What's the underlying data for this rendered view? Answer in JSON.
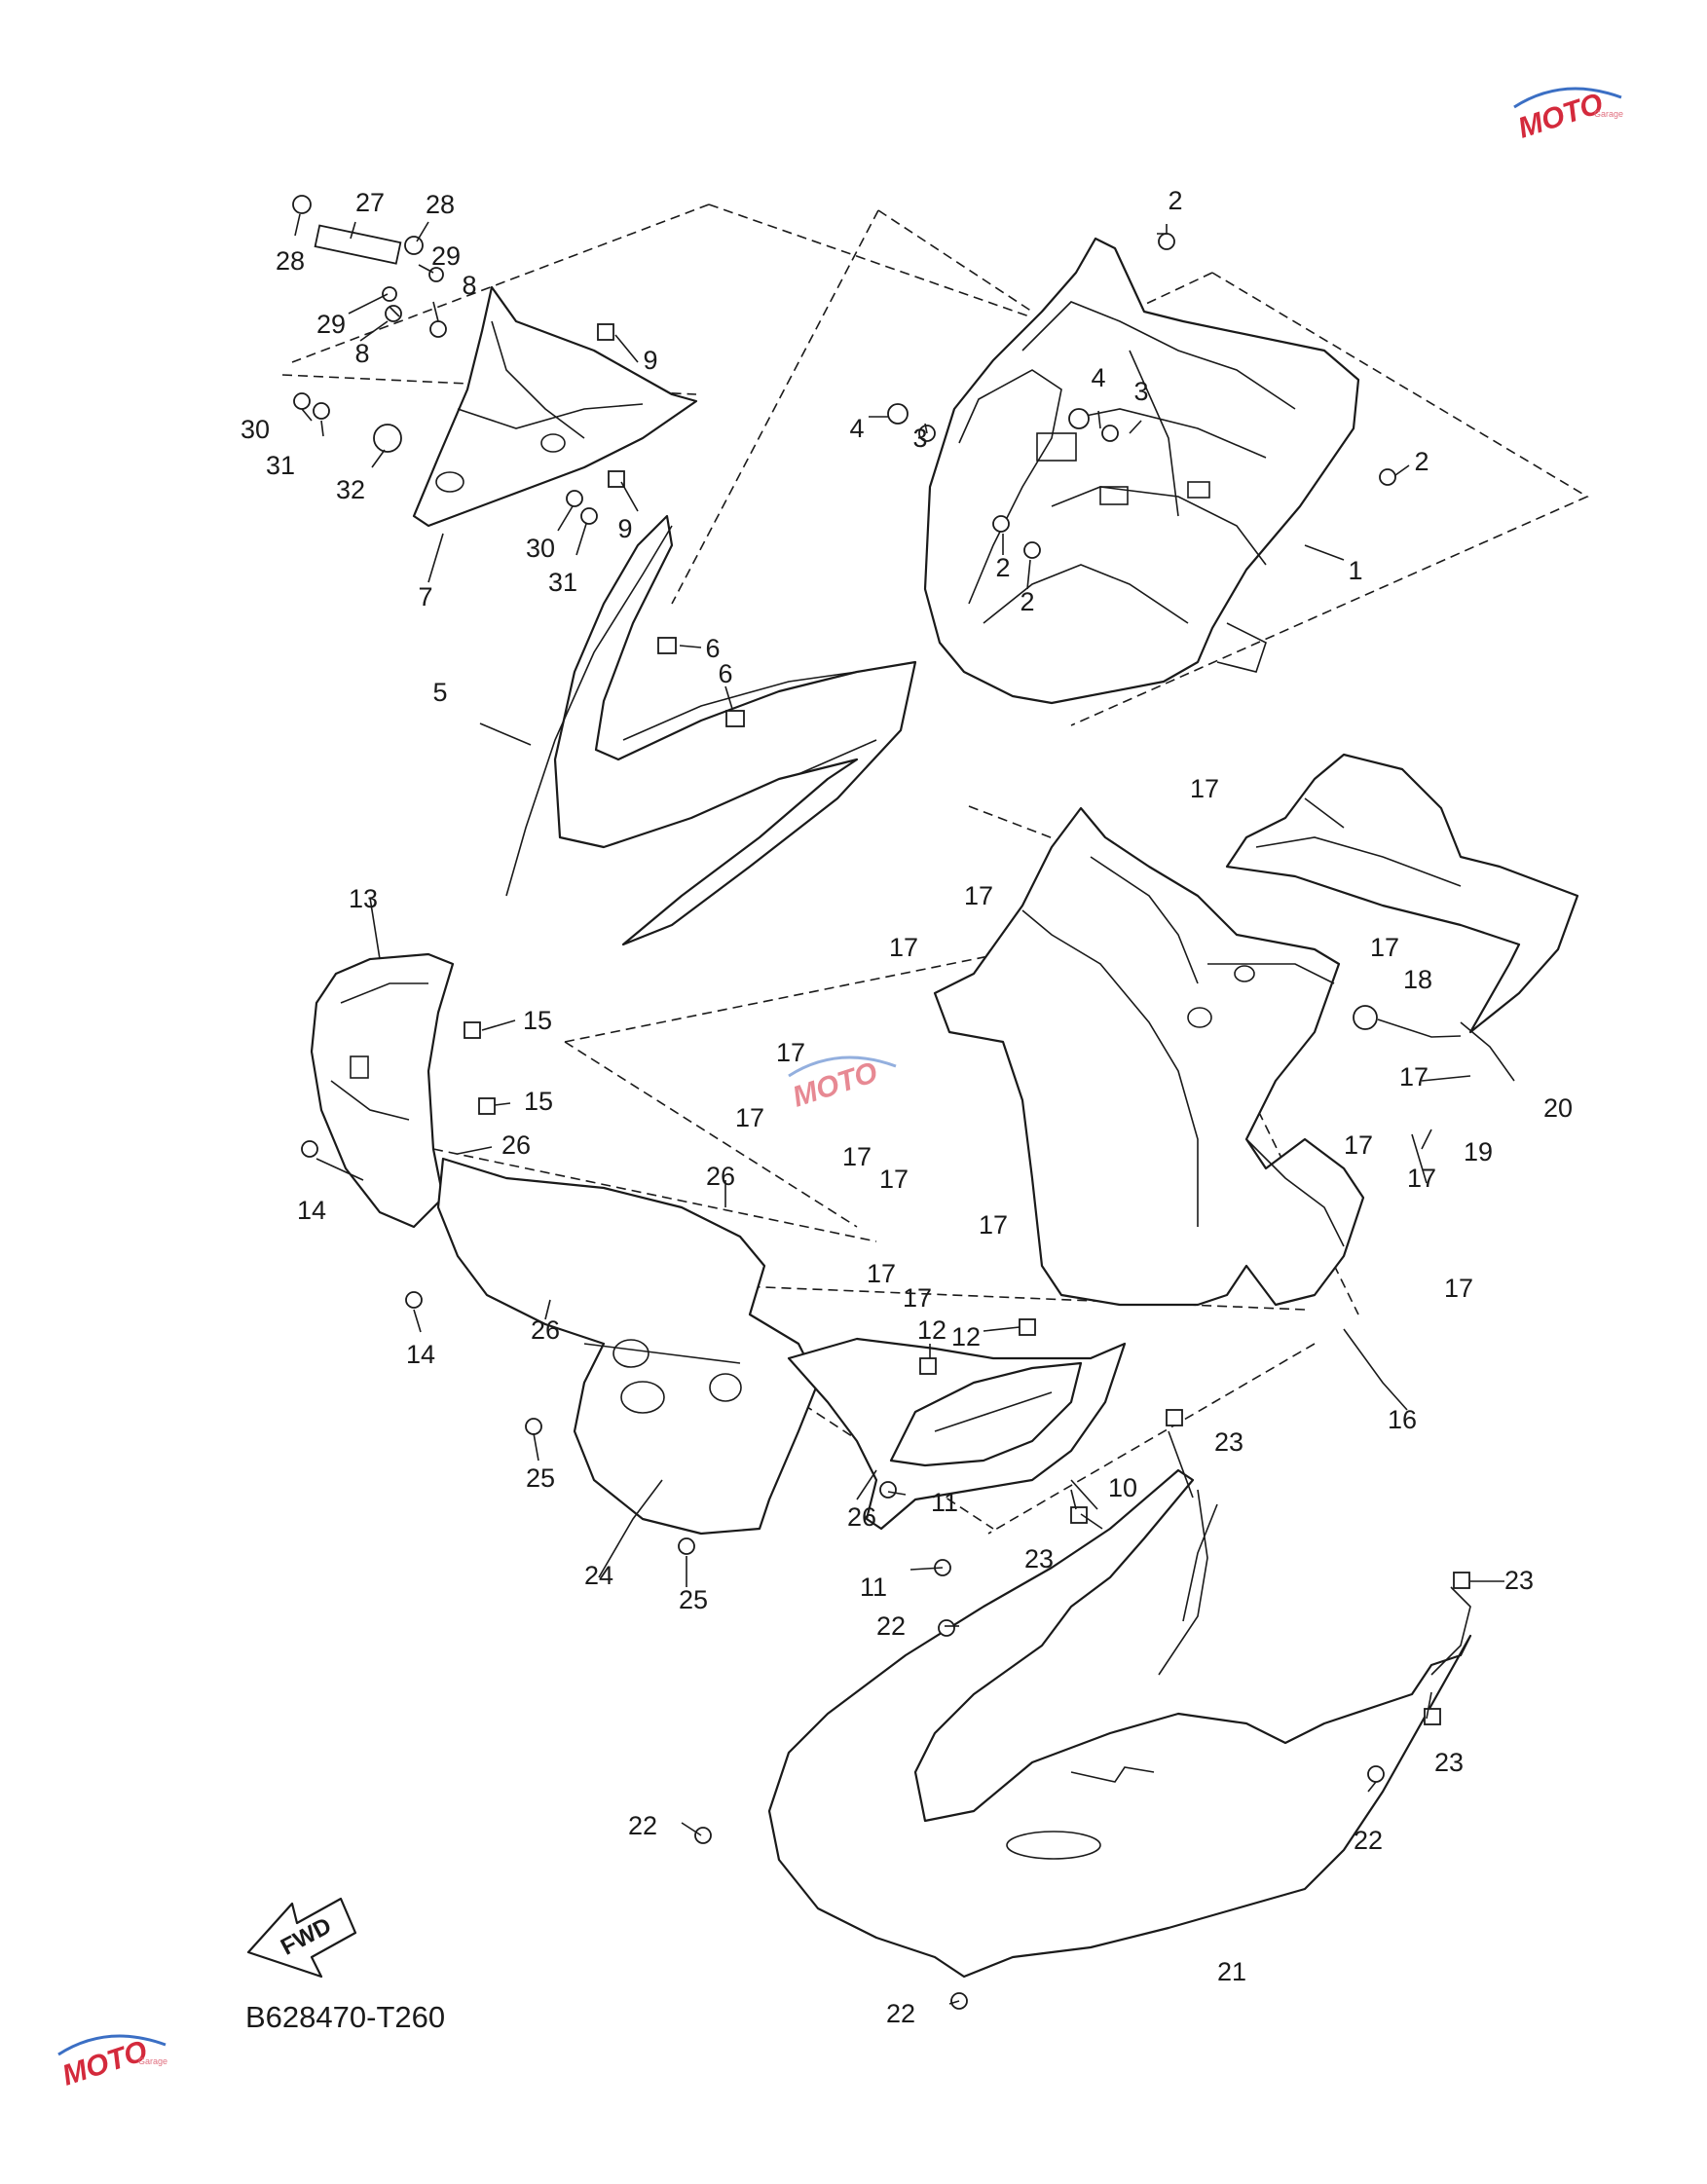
{
  "diagram_code": "B628470-T260",
  "fwd_label": "FWD",
  "watermark": {
    "brand": "MOTO",
    "sub": "Garage"
  },
  "callouts": [
    {
      "id": "c1",
      "text": "1"
    },
    {
      "id": "c2a",
      "text": "2"
    },
    {
      "id": "c2b",
      "text": "2"
    },
    {
      "id": "c2c",
      "text": "2"
    },
    {
      "id": "c2d",
      "text": "2"
    },
    {
      "id": "c3a",
      "text": "3"
    },
    {
      "id": "c3b",
      "text": "3"
    },
    {
      "id": "c4a",
      "text": "4"
    },
    {
      "id": "c4b",
      "text": "4"
    },
    {
      "id": "c5",
      "text": "5"
    },
    {
      "id": "c6a",
      "text": "6"
    },
    {
      "id": "c6b",
      "text": "6"
    },
    {
      "id": "c7",
      "text": "7"
    },
    {
      "id": "c8a",
      "text": "8"
    },
    {
      "id": "c8b",
      "text": "8"
    },
    {
      "id": "c9a",
      "text": "9"
    },
    {
      "id": "c9b",
      "text": "9"
    },
    {
      "id": "c10",
      "text": "10"
    },
    {
      "id": "c11a",
      "text": "11"
    },
    {
      "id": "c11b",
      "text": "11"
    },
    {
      "id": "c12a",
      "text": "12"
    },
    {
      "id": "c12b",
      "text": "12"
    },
    {
      "id": "c13",
      "text": "13"
    },
    {
      "id": "c14a",
      "text": "14"
    },
    {
      "id": "c14b",
      "text": "14"
    },
    {
      "id": "c15a",
      "text": "15"
    },
    {
      "id": "c15b",
      "text": "15"
    },
    {
      "id": "c16",
      "text": "16"
    },
    {
      "id": "c17a",
      "text": "17"
    },
    {
      "id": "c17b",
      "text": "17"
    },
    {
      "id": "c17c",
      "text": "17"
    },
    {
      "id": "c17d",
      "text": "17"
    },
    {
      "id": "c17e",
      "text": "17"
    },
    {
      "id": "c17f",
      "text": "17"
    },
    {
      "id": "c17g",
      "text": "17"
    },
    {
      "id": "c17h",
      "text": "17"
    },
    {
      "id": "c17i",
      "text": "17"
    },
    {
      "id": "c17j",
      "text": "17"
    },
    {
      "id": "c17k",
      "text": "17"
    },
    {
      "id": "c17l",
      "text": "17"
    },
    {
      "id": "c17m",
      "text": "17"
    },
    {
      "id": "c17n",
      "text": "17"
    },
    {
      "id": "c17o",
      "text": "17"
    },
    {
      "id": "c18",
      "text": "18"
    },
    {
      "id": "c19",
      "text": "19"
    },
    {
      "id": "c20",
      "text": "20"
    },
    {
      "id": "c21",
      "text": "21"
    },
    {
      "id": "c22a",
      "text": "22"
    },
    {
      "id": "c22b",
      "text": "22"
    },
    {
      "id": "c22c",
      "text": "22"
    },
    {
      "id": "c22d",
      "text": "22"
    },
    {
      "id": "c23a",
      "text": "23"
    },
    {
      "id": "c23b",
      "text": "23"
    },
    {
      "id": "c23c",
      "text": "23"
    },
    {
      "id": "c23d",
      "text": "23"
    },
    {
      "id": "c24",
      "text": "24"
    },
    {
      "id": "c25a",
      "text": "25"
    },
    {
      "id": "c25b",
      "text": "25"
    },
    {
      "id": "c26a",
      "text": "26"
    },
    {
      "id": "c26b",
      "text": "26"
    },
    {
      "id": "c26c",
      "text": "26"
    },
    {
      "id": "c26d",
      "text": "26"
    },
    {
      "id": "c27",
      "text": "27"
    },
    {
      "id": "c28a",
      "text": "28"
    },
    {
      "id": "c28b",
      "text": "28"
    },
    {
      "id": "c29a",
      "text": "29"
    },
    {
      "id": "c29b",
      "text": "29"
    },
    {
      "id": "c30a",
      "text": "30"
    },
    {
      "id": "c30b",
      "text": "30"
    },
    {
      "id": "c31a",
      "text": "31"
    },
    {
      "id": "c31b",
      "text": "31"
    },
    {
      "id": "c32",
      "text": "32"
    }
  ]
}
